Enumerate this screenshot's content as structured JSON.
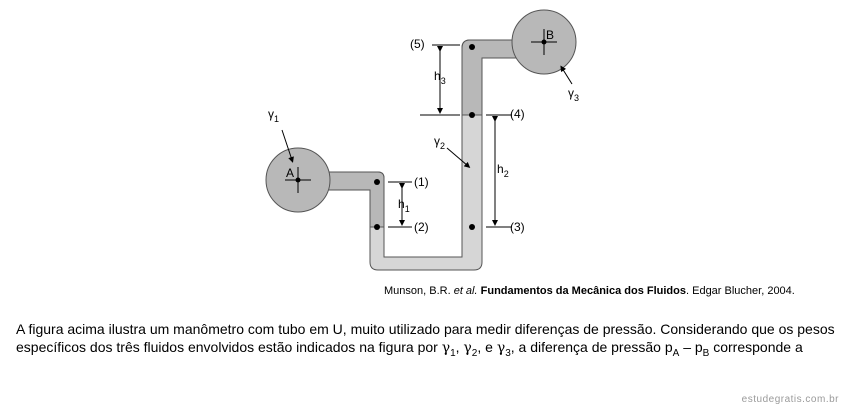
{
  "figure": {
    "bulb_a_label": "A",
    "bulb_b_label": "B",
    "gamma1": "γ",
    "gamma1_sub": "1",
    "gamma2": "γ",
    "gamma2_sub": "2",
    "gamma3": "γ",
    "gamma3_sub": "3",
    "points": {
      "p1": "(1)",
      "p2": "(2)",
      "p3": "(3)",
      "p4": "(4)",
      "p5": "(5)"
    },
    "heights": {
      "h1": "h",
      "h1_sub": "1",
      "h2": "h",
      "h2_sub": "2",
      "h3": "h",
      "h3_sub": "3"
    },
    "colors": {
      "dark_fluid": "#b8b8b8",
      "light_fluid": "#d6d6d6",
      "outline": "#555555"
    }
  },
  "citation": {
    "author": "Munson, B.R. ",
    "etal": "et al.",
    "title": "Fundamentos da Mecânica dos Fluidos",
    "publisher": ". Edgar Blucher, 2004."
  },
  "question": {
    "line1": "A figura acima ilustra um manômetro com tubo em U, muito utilizado para medir diferenças de pressão. Considerando que os pesos específicos dos três fluidos envolvidos estão indicados na figura por ",
    "g": "γ",
    "s1": "1",
    "sep1": ", ",
    "s2": "2",
    "sep2": ", e ",
    "s3": "3",
    "mid": ", a diferença de pressão p",
    "pa": "A",
    "minus": " – p",
    "pb": "B",
    "end": " corresponde a"
  },
  "watermark": "estudegratis.com.br"
}
